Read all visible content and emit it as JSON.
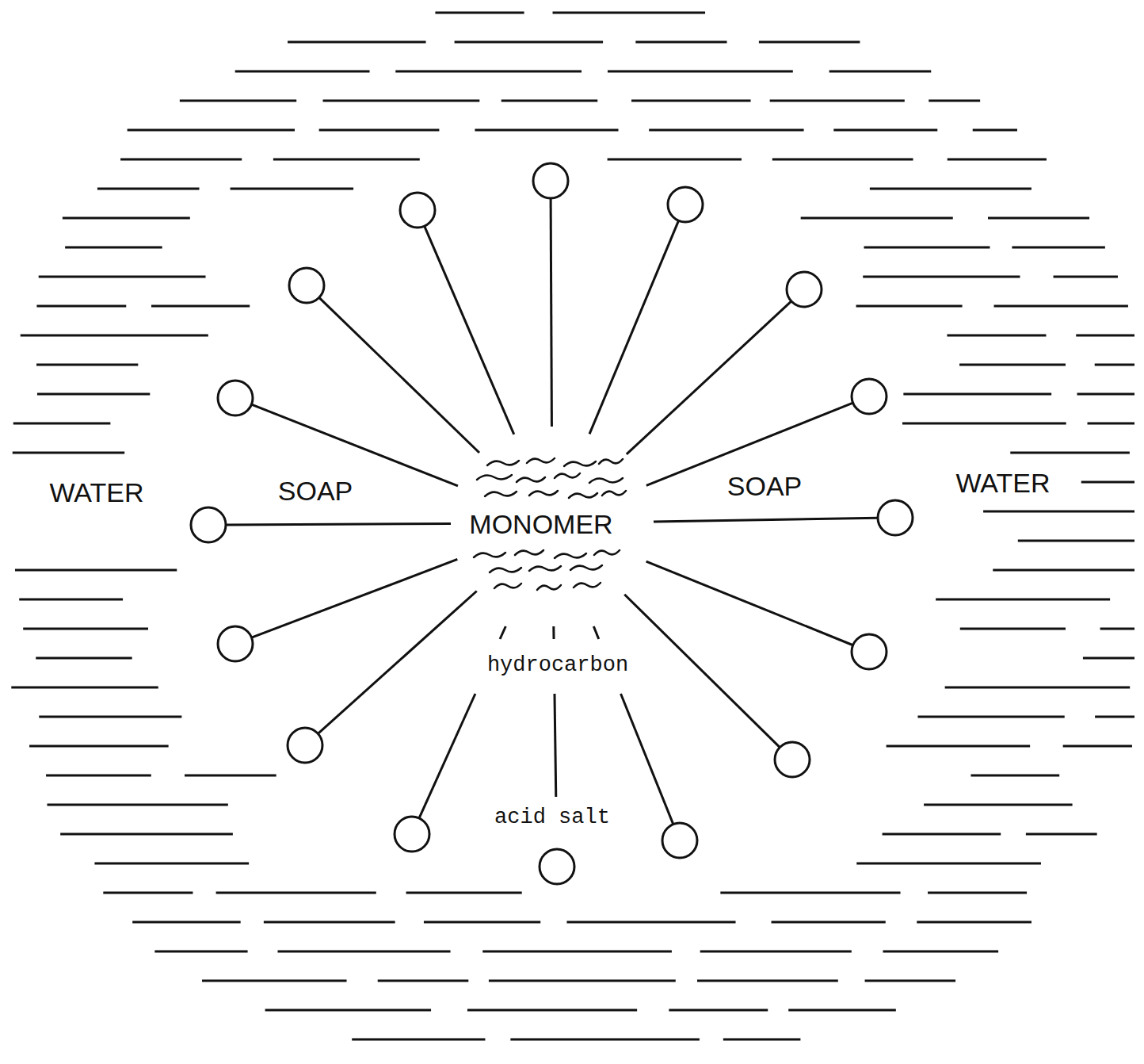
{
  "diagram": {
    "labels": [
      "WATER",
      "SOAP",
      "MONOMER",
      "SOAP",
      "WATER",
      "hydrocarbon",
      "acid salt"
    ]
  }
}
